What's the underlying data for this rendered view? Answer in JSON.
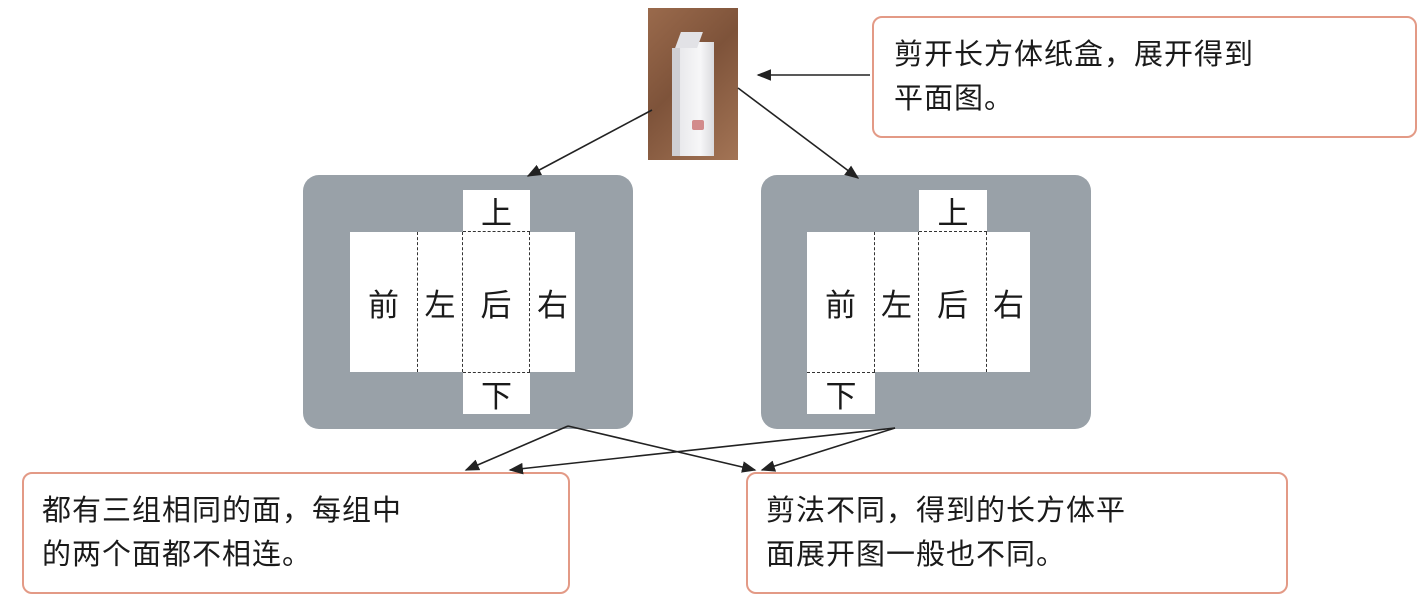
{
  "callouts": {
    "top": [
      "剪开长方体纸盒，展开得到",
      "平面图。"
    ],
    "left": [
      "都有三组相同的面，每组中",
      "的两个面都不相连。"
    ],
    "right": [
      "剪法不同，得到的长方体平",
      "面展开图一般也不同。"
    ]
  },
  "net_a": {
    "top": "上",
    "front": "前",
    "left": "左",
    "back": "后",
    "right": "右",
    "bottom": "下"
  },
  "net_b": {
    "top": "上",
    "front": "前",
    "left": "左",
    "back": "后",
    "right": "右",
    "bottom": "下"
  },
  "colors": {
    "panel": "#99a1a8",
    "callout_border": "#e39a86",
    "arrow": "#222222"
  }
}
